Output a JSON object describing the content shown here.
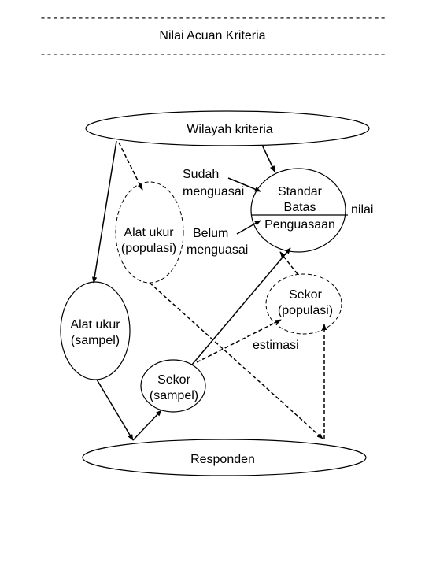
{
  "header": {
    "rule_top": "----------------------------------------------------------------------------",
    "title": "Nilai Acuan Kriteria",
    "rule_bottom": "----------------------------------------------------------------------------"
  },
  "diagram": {
    "nodes": {
      "wilayah": "Wilayah kriteria",
      "alat_pop_1": "Alat ukur",
      "alat_pop_2": "(populasi)",
      "alat_sam_1": "Alat ukur",
      "alat_sam_2": "(sampel)",
      "standar_1": "Standar",
      "standar_2": "Batas",
      "standar_3": "Penguasaan",
      "sekor_pop_1": "Sekor",
      "sekor_pop_2": "(populasi)",
      "sekor_sam_1": "Sekor",
      "sekor_sam_2": "(sampel)",
      "responden": "Responden"
    },
    "labels": {
      "sudah_1": "Sudah",
      "sudah_2": "menguasai",
      "belum_1": "Belum",
      "belum_2": "menguasai",
      "nilai": "nilai",
      "estimasi": "estimasi"
    }
  }
}
